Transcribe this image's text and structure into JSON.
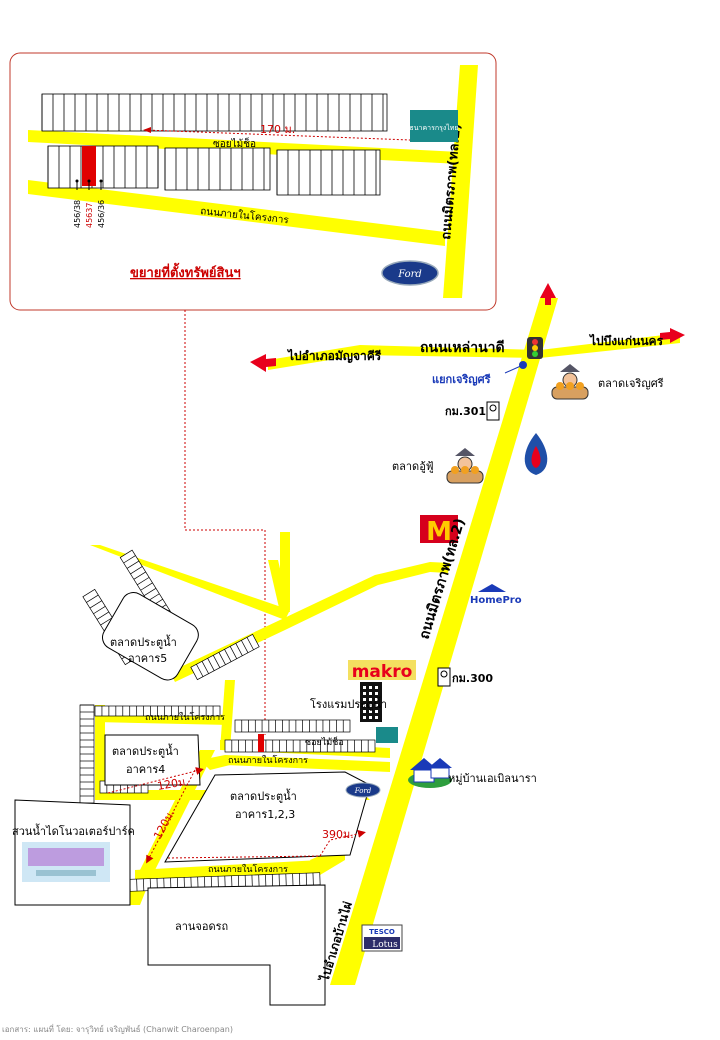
{
  "inset": {
    "title": "ขยายที่ตั้งทรัพย์สินฯ",
    "soi_label": "ซอยไม้ช็อ",
    "inner_road_label": "ถนนภายในโครงการ",
    "main_road_label": "ถนนมิตรภาพ(ทล.2)",
    "distance_label": "170 ม.",
    "plot_left": "456/38",
    "plot_target": "45637",
    "plot_right": "456/36",
    "bank_label": "ธนาคารกรุงไทย"
  },
  "map": {
    "road_mittraphap": "ถนนมิตรภาพ(ทล.2)",
    "road_laonadi": "ถนนเหล่านาดี",
    "to_amphoe_manchakhiri": "ไปอำเภอมัญจาคีรี",
    "to_bueng_kaen_nakhon": "ไปบึงแก่นนคร",
    "intersection": "แยกเจริญศรี",
    "market_charoensri": "ตลาดเจริญศรี",
    "km_301": "กม.301",
    "market_ufu": "ตลาดอู้ฟู้",
    "homepro": "HomePro",
    "makro": "makro",
    "km_300": "กม.300",
    "hotel": "โรงแรมประตูน้ำ",
    "village": "หมู่บ้านเอเบิลนารา",
    "market5": "ตลาดประตูน้ำ",
    "building5": "อาคาร5",
    "market4": "ตลาดประตูน้ำ",
    "building4": "อาคาร4",
    "market123": "ตลาดประตูน้ำ",
    "building123": "อาคาร1,2,3",
    "inner_road_1": "ถนนภายในโครงการ",
    "inner_road_2": "ถนนภายในโครงการ",
    "inner_road_3": "ถนนภายในโครงการ",
    "soi_small": "ซอยไม้ช็อ",
    "waterpark": "สวนน้ำไดโนวอเตอร์ปาร์ค",
    "parking": "ลานจอดรถ",
    "to_amphoe_banphai": "ไปอำเภอบ้านไผ่",
    "dist_120a": "120ม.",
    "dist_120b": "120ม.",
    "dist_390": "390ม.",
    "tesco": "TESCO",
    "lotus": "Lotus",
    "ford": "Ford"
  },
  "footer": {
    "credit": "เอกสาร: แผนที่ โดย: จารุวิทย์ เจริญพันธ์ (Chanwit Charoenpan)"
  },
  "colors": {
    "road": "#ffff00",
    "road_edge": "#d4c800",
    "arrow_red": "#e8001c",
    "target_red": "#e00000",
    "inset_border": "#c0392b",
    "village_green": "#2e9e3e"
  }
}
